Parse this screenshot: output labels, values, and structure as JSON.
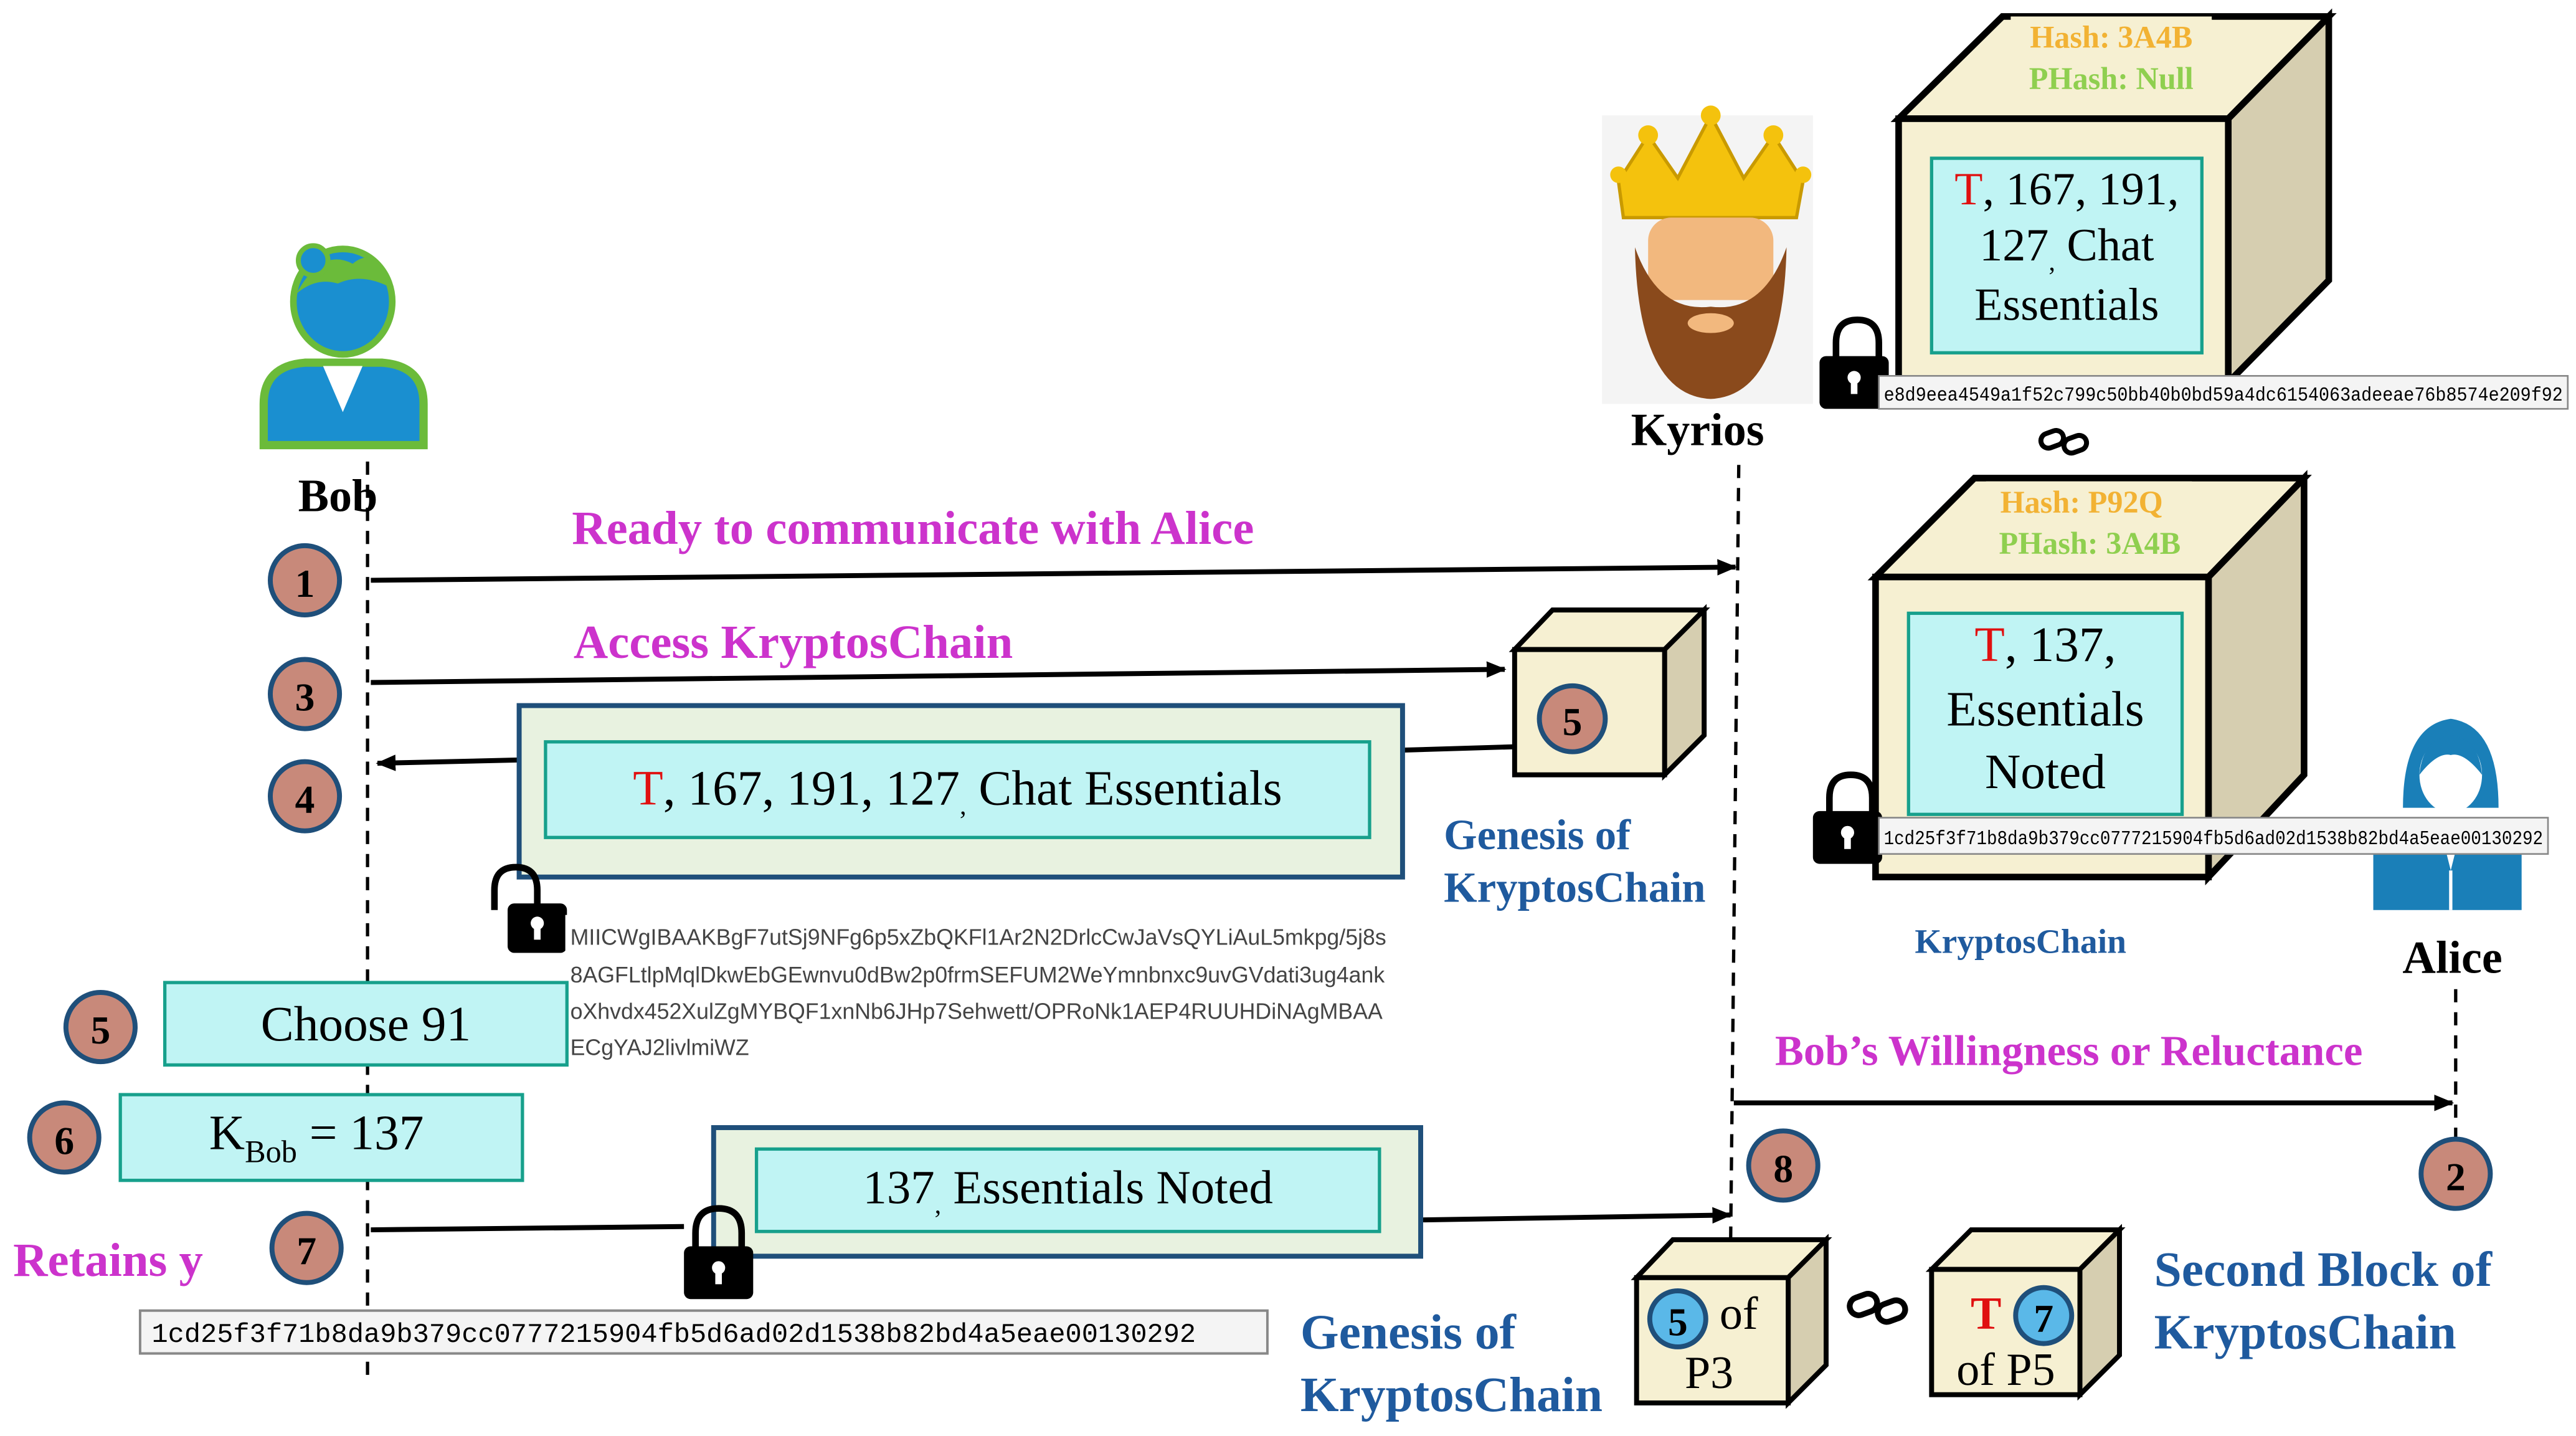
{
  "actors": {
    "bob": "Bob",
    "kyrios": "Kyrios",
    "alice": "Alice"
  },
  "messages": {
    "m1": "Ready to communicate with Alice",
    "m3": "Access KryptosChain",
    "willingness": "Bob’s Willingness or Reluctance"
  },
  "steps": {
    "s1": "1",
    "s2": "2",
    "s3": "3",
    "s4": "4",
    "s5a": "5",
    "s5b": "5",
    "s6": "6",
    "s7": "7",
    "s8": "8"
  },
  "boxes": {
    "chat_t": "T",
    "chat_rest": ", 167, 191, 127",
    "chat_comma": ",",
    "chat_tail": " Chat Essentials",
    "choose": "Choose 91",
    "kbob_k": "K",
    "kbob_sub": "Bob",
    "kbob_val": " = 137",
    "noted_num": "137",
    "noted_comma": ",",
    "noted_tail": " Essentials Noted",
    "retains": "Retains y"
  },
  "public_key": [
    "MIICWgIBAAKBgF7utSj9NFg6p5xZbQKFl1Ar2N2DrlcCwJaVsQYLiAuL5mkpg/5j8s",
    "8AGFLtlpMqlDkwEbGEwnvu0dBw2p0frmSEFUM2WeYmnbnxc9uvGVdati3ug4ank",
    "oXhvdx452XulZgMYBQF1xnNb6JHp7Sehwett/OPRoNk1AEP4RUUHDiNAgMBAA",
    "ECgYAJ2livlmiWZ"
  ],
  "hashes": {
    "bob_hash": "1cd25f3f71b8da9b379cc0777215904fb5d6ad02d1538b82bd4a5eae00130292",
    "block1_hash": "e8d9eea4549a1f52c799c50bb40b0bd59a4dc6154063adeeae76b8574e209f92",
    "block2_hash": "1cd25f3f71b8da9b379cc0777215904fb5d6ad02d1538b82bd4a5eae00130292"
  },
  "block1": {
    "hash": "Hash: 3A4B",
    "phash": "PHash: Null",
    "t": "T",
    "line1": ", 167, 191,",
    "line2_num": "127",
    "line2_comma": ",",
    "line2_tail": " Chat",
    "line3": "Essentials"
  },
  "block2": {
    "hash": "Hash: P92Q",
    "phash": "PHash: 3A4B",
    "t": "T",
    "line1": ", 137,",
    "line2": "Essentials",
    "line3": "Noted"
  },
  "labels": {
    "kryptoschain": "KryptosChain",
    "genesis1_l1": "Genesis of",
    "genesis1_l2": "KryptosChain",
    "genesis2_l1": "Genesis of",
    "genesis2_l2": "KryptosChain",
    "second_l1": "Second Block of",
    "second_l2": "KryptosChain"
  },
  "small_blocks": {
    "p3_num": "5",
    "p3_of": "of",
    "p3_name": "P3",
    "p5_t": "T",
    "p5_num": "7",
    "p5_name": "of P5"
  },
  "colors": {
    "magenta": "#cc33cc",
    "blue_label": "#1f5a9e",
    "step_circle": "#c8897a",
    "box_fill": "#c0f4f4",
    "outer_box": "#e8f2e0",
    "cube_face": "#f6f0d2",
    "cube_side": "#d6ceb0",
    "hash_orange": "#f2b233",
    "phash_green": "#8fcf4f",
    "t_red": "#e01010"
  }
}
